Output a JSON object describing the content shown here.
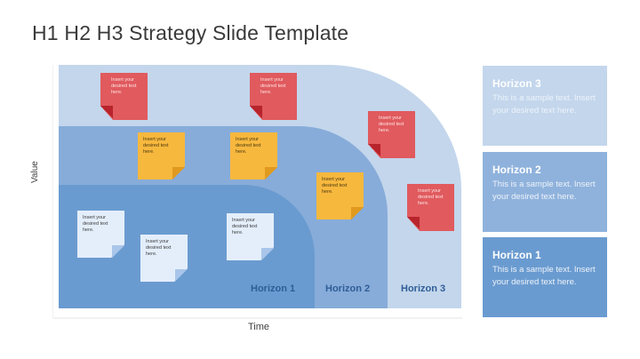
{
  "title": "H1 H2 H3 Strategy Slide Template",
  "axes": {
    "y_label": "Value",
    "x_label": "Time"
  },
  "colors": {
    "horizon1": "#6a9bd0",
    "horizon2": "#87acd9",
    "horizon3": "#c3d6ec",
    "note_red": "#e05a5e",
    "note_red_curl": "#b8242c",
    "note_yellow": "#f7b83e",
    "note_yellow_curl": "#e09a1e",
    "note_white": "#e4eefb",
    "note_white_curl": "#a9c5ea",
    "panel_h3": "#c3d6ec",
    "panel_h2": "#8fb2dc",
    "panel_h1": "#6a9bd0",
    "caption_text": "#2f5d97"
  },
  "bands": [
    {
      "label": "Horizon 1"
    },
    {
      "label": "Horizon 2"
    },
    {
      "label": "Horizon 3"
    }
  ],
  "notes": [
    {
      "color": "red",
      "text": "Insert your desired text here."
    },
    {
      "color": "red",
      "text": "Insert your desired text here."
    },
    {
      "color": "red",
      "text": "Insert your desired text here."
    },
    {
      "color": "red",
      "text": "Insert your desired text here."
    },
    {
      "color": "yellow",
      "text": "Insert your desired text here."
    },
    {
      "color": "yellow",
      "text": "Insert your desired text here."
    },
    {
      "color": "yellow",
      "text": "Insert your desired text here."
    },
    {
      "color": "white",
      "text": "Insert your desired text here."
    },
    {
      "color": "white",
      "text": "Insert your desired text here."
    },
    {
      "color": "white",
      "text": "Insert your desired text here."
    }
  ],
  "panels": [
    {
      "title": "Horizon 3",
      "body": "This is a sample text. Insert your desired text here."
    },
    {
      "title": "Horizon 2",
      "body": "This is a sample text. Insert your desired text here."
    },
    {
      "title": "Horizon 1",
      "body": "This is a sample text. Insert your desired text here."
    }
  ]
}
